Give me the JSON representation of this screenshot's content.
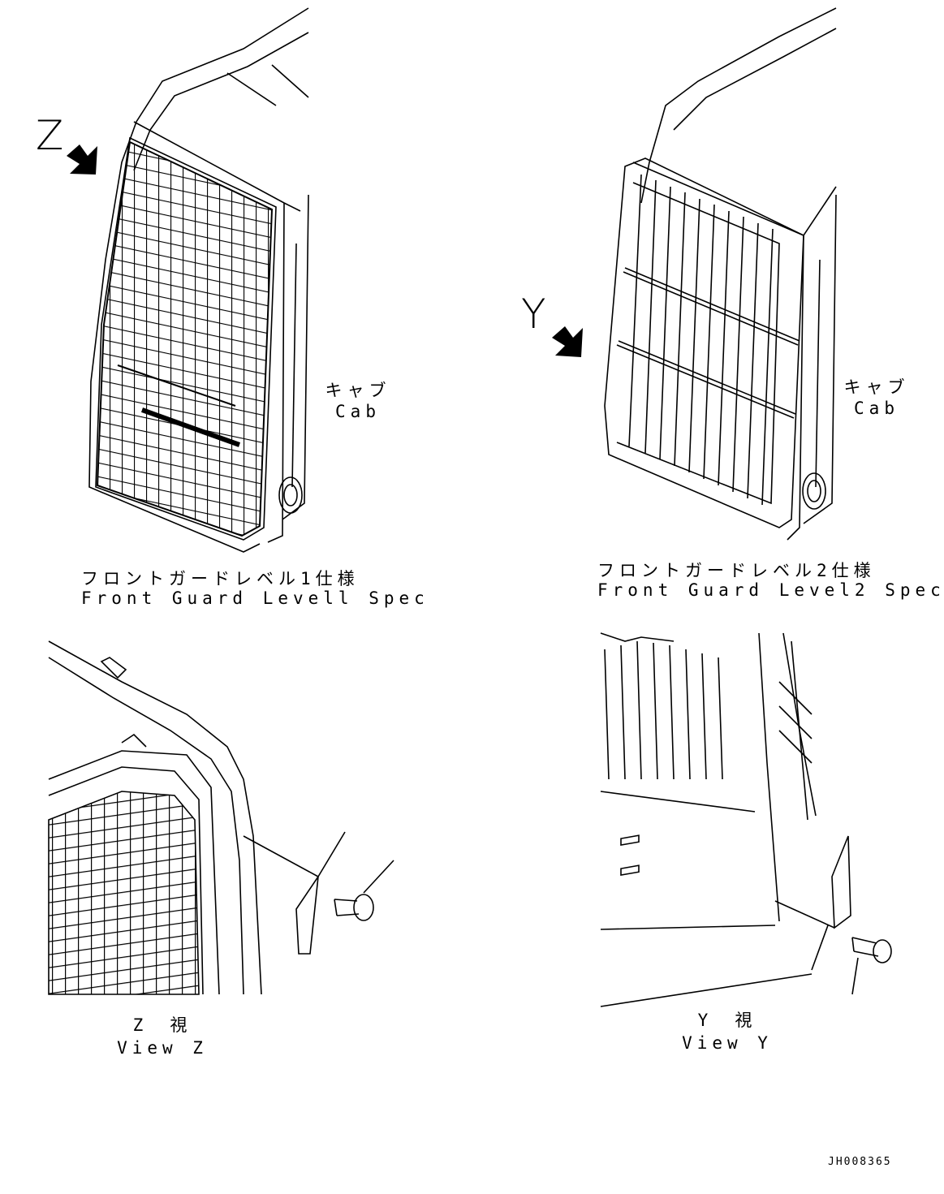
{
  "markers": {
    "z": "Z",
    "y": "Y"
  },
  "panels": {
    "level1": {
      "cab_jp": "キャブ",
      "cab_en": "Cab",
      "caption_jp": "フロントガードレベル1仕様",
      "caption_en": "Front Guard Levell Spec"
    },
    "level2": {
      "cab_jp": "キャブ",
      "cab_en": "Cab",
      "caption_jp": "フロントガードレベル2仕様",
      "caption_en": "Front Guard Level2 Spec"
    },
    "view_z": {
      "caption_jp": "Z　視",
      "caption_en": "View Z"
    },
    "view_y": {
      "caption_jp": "Y　視",
      "caption_en": "View Y"
    }
  },
  "drawing_id": "JH008365"
}
